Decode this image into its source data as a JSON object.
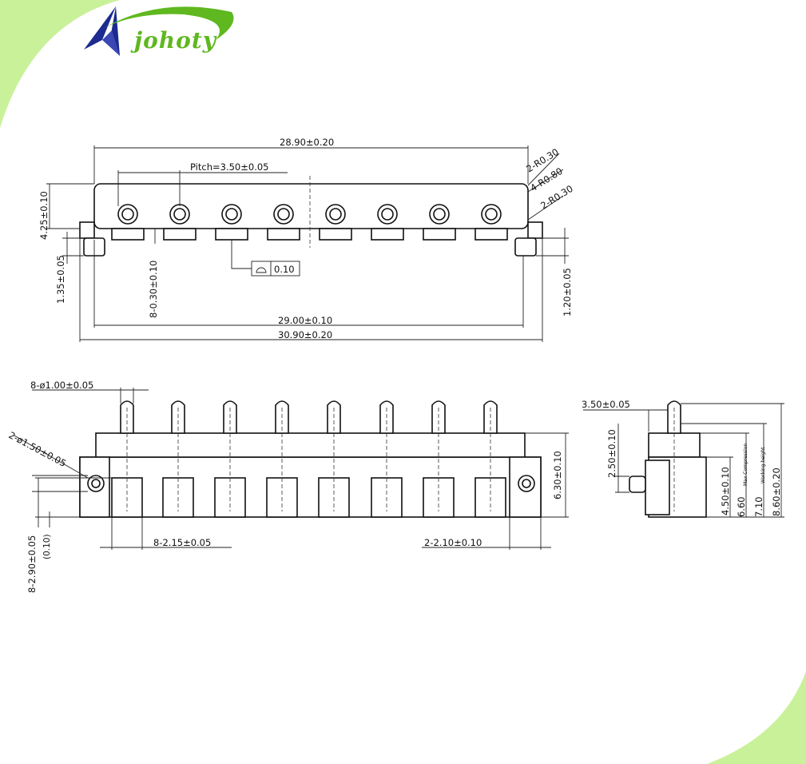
{
  "brand": {
    "logo_text": "johoty",
    "primary_color": "#1d2a8f",
    "accent_color": "#5fb81f",
    "corner_color": "#c9f19a"
  },
  "top_view": {
    "overall_length_top": "28.90±0.20",
    "pitch": "Pitch=3.50±0.05",
    "radius_1": "2-R0.30",
    "radius_2": "4-R0.80",
    "radius_3": "2-R0.30",
    "body_height": "4.25±0.10",
    "left_tab_height": "1.35±0.05",
    "slot_width": "8-0.30±0.10",
    "flatness_value": "0.10",
    "right_tab_height": "1.20±0.05",
    "span_length": "29.00±0.10",
    "overall_length_bottom": "30.90±0.20"
  },
  "front_view": {
    "pin_diameter": "8-ø1.00±0.05",
    "hole_diameter": "2-ø1.50±0.05",
    "total_height": "6.30±0.10",
    "pad_width": "8-2.15±0.05",
    "end_width": "2-2.10±0.10",
    "pad_height": "8-2.90±0.05",
    "pad_height_note": "(0.10)"
  },
  "side_view": {
    "pin_offset": "3.50±0.05",
    "stub_height": "2.50±0.10",
    "body_height": "4.50±0.10",
    "max_compression_value": "6.60",
    "max_compression_label": "Max Compression",
    "working_height_value": "7.10",
    "working_height_label": "Working height",
    "total_height": "8.60±0.20"
  }
}
